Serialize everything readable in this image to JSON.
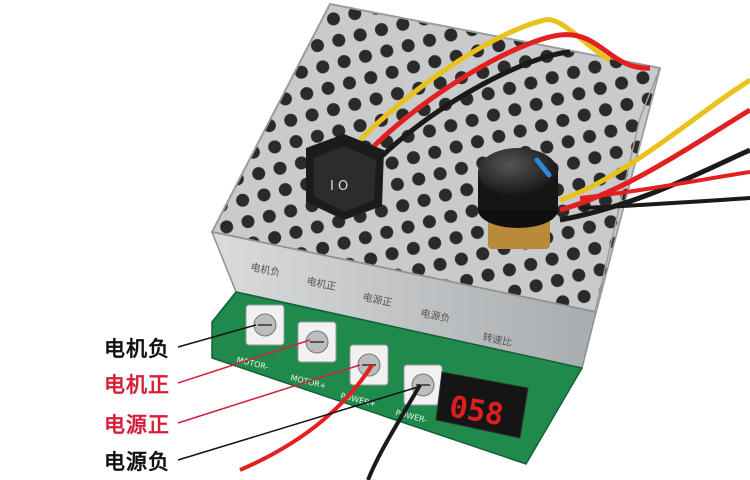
{
  "product": {
    "board_labels": [
      "电机负",
      "电机正",
      "电源正",
      "电源负",
      "转速比"
    ],
    "terminal_silk": [
      "MOTOR-",
      "MOTOR+",
      "POWER+",
      "POWER-"
    ],
    "display_value": "058",
    "switch_marks": "I O"
  },
  "callouts": [
    {
      "text": "电机负",
      "color": "#111111"
    },
    {
      "text": "电机正",
      "color": "#d6203a"
    },
    {
      "text": "电源正",
      "color": "#d6203a"
    },
    {
      "text": "电源负",
      "color": "#111111"
    }
  ],
  "colors": {
    "housing": "#c9cbcd",
    "pcb": "#1f8a4c",
    "display": "#e01e1e",
    "wire_red": "#e22020",
    "wire_yellow": "#e8c21a",
    "wire_black": "#1a1a1a",
    "knob_accent": "#2f8ad6"
  }
}
